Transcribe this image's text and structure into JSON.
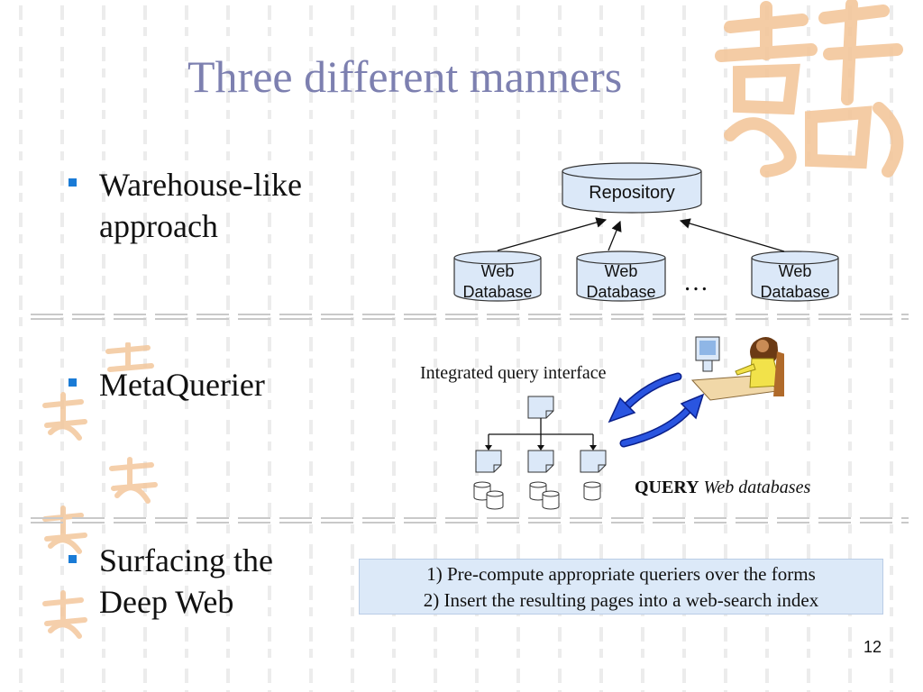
{
  "slide": {
    "title": "Three different manners",
    "page_number": "12"
  },
  "bullets": [
    {
      "line1": "Warehouse-like",
      "line2": "approach"
    },
    {
      "line1": "MetaQuerier"
    },
    {
      "line1": "Surfacing the",
      "line2": "Deep Web"
    }
  ],
  "warehouse_diagram": {
    "repository": "Repository",
    "databases": [
      {
        "line1": "Web",
        "line2": "Database"
      },
      {
        "line1": "Web",
        "line2": "Database"
      },
      {
        "line1": "Web",
        "line2": "Database"
      }
    ],
    "ellipsis": "…"
  },
  "metaquerier_diagram": {
    "interface_label": "Integrated query interface",
    "query_bold": "QUERY",
    "query_italic": "Web databases"
  },
  "surfacing_box": {
    "line1": "1) Pre-compute appropriate queriers over the forms",
    "line2": "2) Insert the resulting pages into a web-search index"
  },
  "colors": {
    "title": "#7d80b0",
    "bullet": "#1a7bd6",
    "box_fill": "#dce9f8",
    "cylinder_fill": "#dbe8f8",
    "arrow_blue": "#1f3fc9",
    "watermark": "#f3c79c"
  }
}
